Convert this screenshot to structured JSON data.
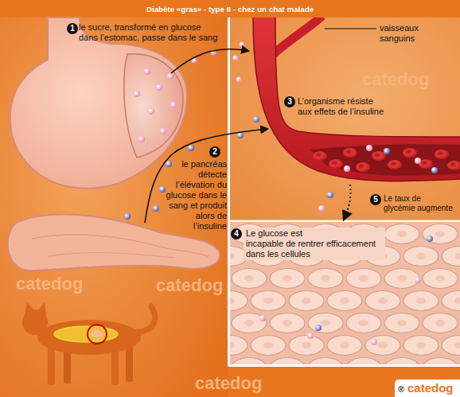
{
  "diagram": {
    "title": "Diabète «gras» - type II - chez un chat malade",
    "labels": [
      "1",
      "le sucre, transformé en glucose dans l’estomac, passe dans le sang",
      "vaisseaux sanguins",
      "2",
      "le pancréas détecte l’élévation du glucose dans le sang et produit alors de l’insuline",
      "3",
      "L’organisme résiste aux effets de l’insuline",
      "5",
      "Le taux de glycémie augmente",
      "4",
      "Le glucose est incapable de rentrer efficacement dans les cellules",
      "catedog",
      "catedog",
      "catedog",
      "catedog",
      "®",
      "catedog"
    ]
  }
}
